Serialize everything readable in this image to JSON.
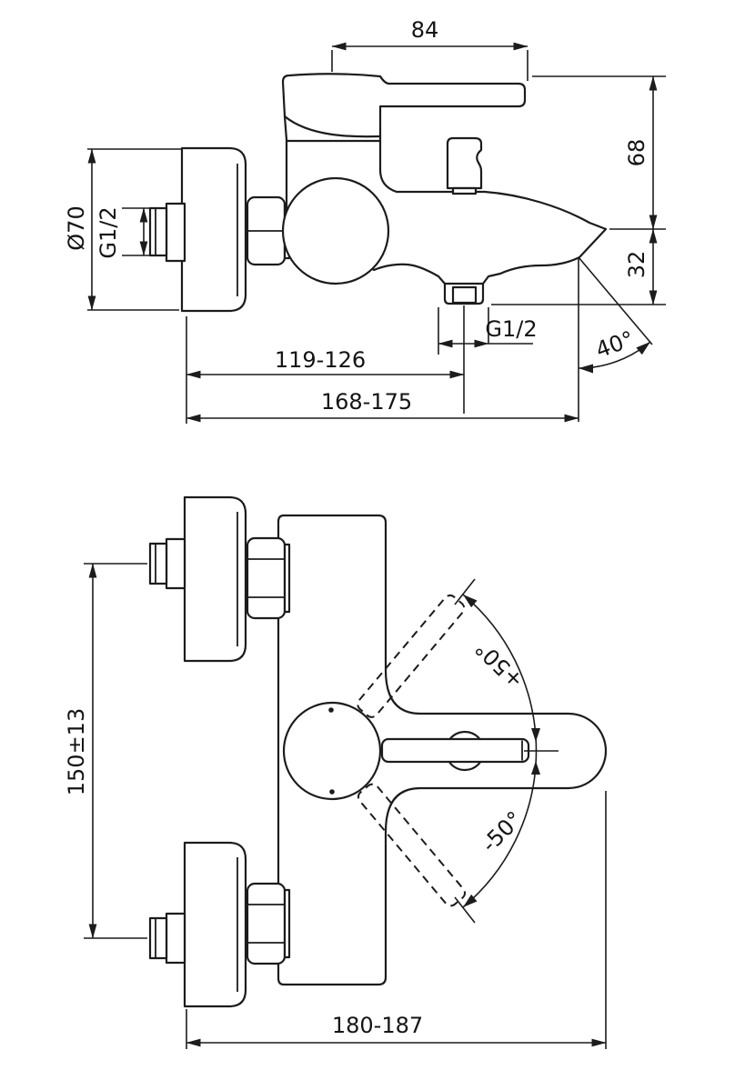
{
  "drawing": {
    "type": "technical-dimension-drawing",
    "subject": "wall-mounted single-lever bath shower mixer faucet, two orthographic views",
    "background_color": "#ffffff",
    "line_color": "#1c1c1c",
    "side_view": {
      "dimensions": {
        "handle_length": "84",
        "height_handle_to_spout_tip": "68",
        "spout_tip_to_outlet": "32",
        "flange_diameter": "Ø70",
        "inlet_thread": "G1/2",
        "outlet_thread": "G1/2",
        "wall_to_outlet_axis": "119-126",
        "wall_to_spout_tip": "168-175",
        "spout_face_angle": "40°"
      }
    },
    "front_view": {
      "dimensions": {
        "inlet_center_distance": "150±13",
        "lever_swing_up": "+50°",
        "lever_swing_down": "-50°",
        "overall_span": "180-187"
      }
    }
  }
}
